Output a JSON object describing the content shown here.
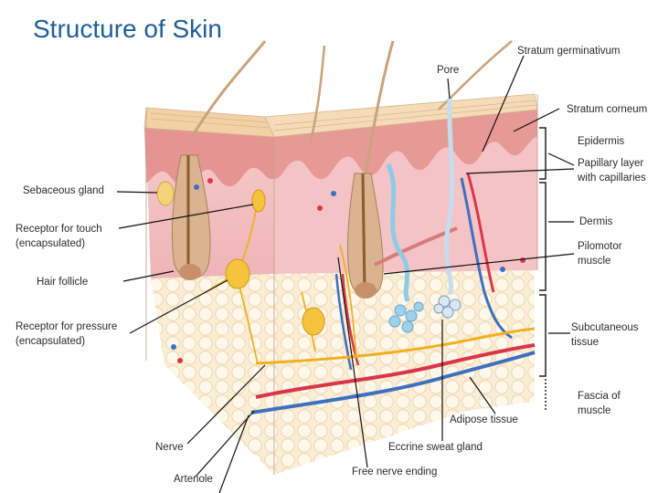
{
  "slide": {
    "title": "Structure of Skin"
  },
  "labels": {
    "stratum_germinativum": "Stratum germinativum",
    "pore": "Pore",
    "stratum_corneum": "Stratum corneum",
    "epidermis": "Epidermis",
    "papillary_layer": [
      "Papillary layer",
      "with capillaries"
    ],
    "sebaceous_gland": "Sebaceous gland",
    "receptor_touch": [
      "Receptor for touch",
      "(encapsulated)"
    ],
    "dermis": "Dermis",
    "pilomotor_muscle": [
      "Pilomotor",
      "muscle"
    ],
    "hair_follicle": "Hair follicle",
    "receptor_pressure": [
      "Receptor for pressure",
      "(encapsulated)"
    ],
    "subcutaneous": [
      "Subcutaneous",
      "tissue"
    ],
    "fascia": [
      "Fascia of",
      "muscle"
    ],
    "adipose": "Adipose tissue",
    "nerve": "Nerve",
    "eccrine": "Eccrine sweat gland",
    "arteriole": "Arteriole",
    "free_nerve": "Free nerve ending"
  },
  "colors": {
    "title": "#1f5f9a",
    "stratum_corneum": "#f3d7b0",
    "epidermis": "#e8a49a",
    "dermis": "#f2c1c4",
    "adipose": "#fbeed5",
    "hair": "#c9a37a",
    "nerve": "#f2b01e",
    "artery": "#d9364a",
    "vein": "#3f6fc0",
    "sweat_gland": "#9fd2ea"
  }
}
